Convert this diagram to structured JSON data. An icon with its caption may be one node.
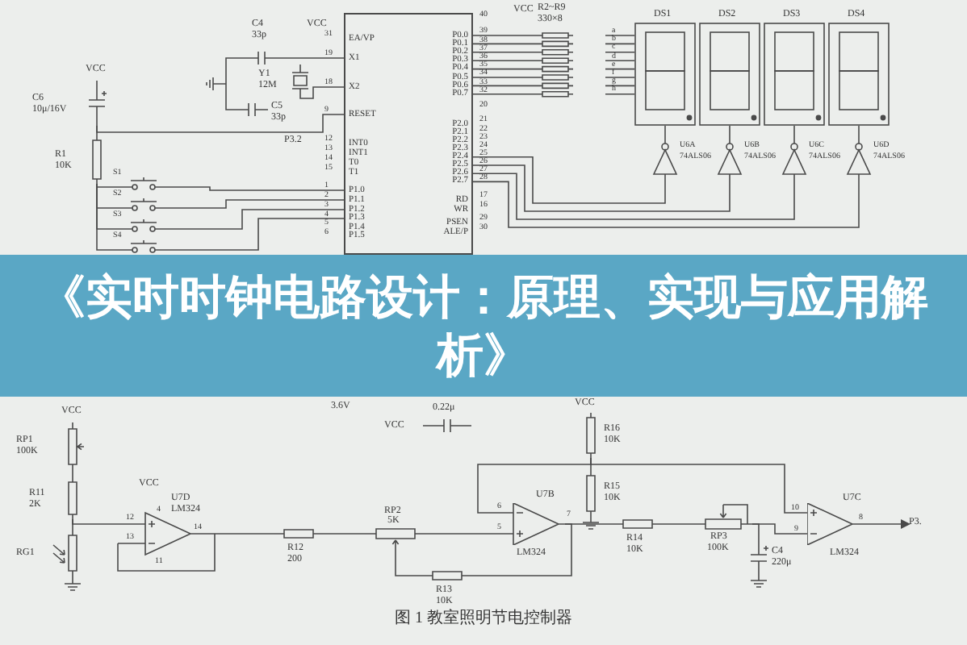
{
  "diagram": {
    "title": "《实时时钟电路设计：原理、实现与应用解析》",
    "caption": "图 1 教室照明节电控制器",
    "nodes": [
      {
        "text": [
          "EA/VP",
          "X1",
          "X2",
          "RESET",
          "INT0",
          "INT1",
          "T0",
          "T1",
          "P1.0",
          "P1.1",
          "P1.2",
          "P1.3",
          "P1.4",
          "P1.5",
          "P0.0",
          "P0.1",
          "P0.2",
          "P0.3",
          "P0.4",
          "P0.5",
          "P0.6",
          "P0.7",
          "P2.0",
          "P2.1",
          "P2.2",
          "P2.3",
          "P2.4",
          "P2.5",
          "P2.6",
          "P2.7",
          "RD",
          "WR",
          "PSEN",
          "ALE/P"
        ],
        "beside": [
          "31",
          "19",
          "18",
          "9",
          "12",
          "13",
          "14",
          "15",
          "1",
          "2",
          "3",
          "4",
          "5",
          "6",
          "39",
          "38",
          "37",
          "36",
          "35",
          "34",
          "33",
          "32",
          "21",
          "22",
          "23",
          "24",
          "25",
          "26",
          "27",
          "28",
          "17",
          "16",
          "29",
          "30",
          "40",
          "20"
        ]
      },
      {
        "text": [
          "C4",
          "33p"
        ]
      },
      {
        "text": [
          "Y1",
          "12M"
        ]
      },
      {
        "text": [
          "C5",
          "33p"
        ]
      },
      {
        "text": [
          "C6",
          "10μ/16V"
        ]
      },
      {
        "text": [
          "R1",
          "10K"
        ]
      },
      {
        "text": [
          "S1"
        ]
      },
      {
        "text": [
          "S2"
        ]
      },
      {
        "text": [
          "S3"
        ]
      },
      {
        "text": [
          "S4"
        ]
      },
      {
        "text": [
          "R2~R9",
          "330×8"
        ]
      },
      {
        "text": [
          "DS1"
        ]
      },
      {
        "text": [
          "DS2"
        ]
      },
      {
        "text": [
          "DS3"
        ]
      },
      {
        "text": [
          "DS4"
        ]
      },
      {
        "text": [
          "U6A",
          "74ALS06"
        ]
      },
      {
        "text": [
          "U6B",
          "74ALS06"
        ]
      },
      {
        "text": [
          "U6C",
          "74ALS06"
        ]
      },
      {
        "text": [
          "U6D",
          "74ALS06"
        ]
      },
      {
        "text": [
          "RP1",
          "100K"
        ]
      },
      {
        "text": [
          "R11",
          "2K"
        ]
      },
      {
        "text": [
          "RG1"
        ]
      },
      {
        "text": [
          "U7D",
          "LM324",
          "12",
          "13",
          "14",
          "4",
          "11"
        ]
      },
      {
        "text": [
          "R12",
          "200"
        ]
      },
      {
        "text": [
          "RP2",
          "5K"
        ]
      },
      {
        "text": [
          "U7B",
          "LM324"
        ],
        "beside": [
          "6",
          "5",
          "7"
        ]
      },
      {
        "text": [
          "R13",
          "10K"
        ]
      },
      {
        "text": [
          "R16",
          "10K"
        ]
      },
      {
        "text": [
          "R15",
          "10K"
        ]
      },
      {
        "text": [
          "R14",
          "10K"
        ]
      },
      {
        "text": [
          "RP3",
          "100K"
        ]
      },
      {
        "text": [
          "C4",
          "220μ"
        ]
      },
      {
        "text": [
          "U7C",
          "LM324",
          "8"
        ],
        "beside": [
          "10",
          "9"
        ]
      },
      {
        "text": [
          "P3."
        ]
      },
      {
        "text": [
          "0.22μ"
        ]
      }
    ],
    "edges": [
      {
        "from": 1,
        "to": 0,
        "arrow": "none"
      },
      {
        "from": 2,
        "to": 0,
        "arrow": "none"
      },
      {
        "from": 1,
        "to": 3,
        "arrow": "none"
      },
      {
        "from": 4,
        "to": 5,
        "arrow": "none"
      },
      {
        "from": 4,
        "to": 0,
        "arrow": "none"
      },
      {
        "from": 5,
        "to": 6,
        "arrow": "none"
      },
      {
        "from": 5,
        "to": 7,
        "arrow": "none"
      },
      {
        "from": 5,
        "to": 8,
        "arrow": "none"
      },
      {
        "from": 5,
        "to": 9,
        "arrow": "none"
      },
      {
        "from": 6,
        "to": 0,
        "arrow": "none"
      },
      {
        "from": 7,
        "to": 0,
        "arrow": "none"
      },
      {
        "from": 8,
        "to": 0,
        "arrow": "none"
      },
      {
        "from": 9,
        "to": 0,
        "arrow": "none"
      },
      {
        "from": 0,
        "to": 10,
        "arrow": "none"
      },
      {
        "from": 10,
        "to": 11,
        "arrow": "none"
      },
      {
        "from": 11,
        "to": 15,
        "arrow": "none"
      },
      {
        "from": 12,
        "to": 16,
        "arrow": "none"
      },
      {
        "from": 13,
        "to": 17,
        "arrow": "none"
      },
      {
        "from": 14,
        "to": 18,
        "arrow": "none"
      },
      {
        "from": 15,
        "to": 0,
        "arrow": "none"
      },
      {
        "from": 16,
        "to": 0,
        "arrow": "none"
      },
      {
        "from": 17,
        "to": 0,
        "arrow": "none"
      },
      {
        "from": 18,
        "to": 0,
        "arrow": "none"
      },
      {
        "from": 19,
        "to": 20,
        "arrow": "none"
      },
      {
        "from": 20,
        "to": 21,
        "arrow": "none"
      },
      {
        "from": 20,
        "to": 22,
        "arrow": "none"
      },
      {
        "from": 22,
        "to": 23,
        "arrow": "none"
      },
      {
        "from": 23,
        "to": 24,
        "arrow": "none"
      },
      {
        "from": 24,
        "to": 25,
        "arrow": "none"
      },
      {
        "from": 25,
        "to": 26,
        "arrow": "none"
      },
      {
        "from": 26,
        "to": 24,
        "arrow": "none"
      },
      {
        "from": 27,
        "to": 28,
        "arrow": "none"
      },
      {
        "from": 27,
        "to": 25,
        "arrow": "none"
      },
      {
        "from": 27,
        "to": 32,
        "arrow": "none"
      },
      {
        "from": 25,
        "to": 29,
        "arrow": "none"
      },
      {
        "from": 29,
        "to": 30,
        "arrow": "none"
      },
      {
        "from": 30,
        "to": 31,
        "arrow": "none"
      },
      {
        "from": 30,
        "to": 32,
        "arrow": "none"
      },
      {
        "from": 32,
        "to": 33,
        "arrow": "to"
      }
    ],
    "labels": [
      "VCC",
      "VCC",
      "VCC",
      "P3.2",
      "a",
      "b",
      "c",
      "d",
      "e",
      "f",
      "g",
      "h",
      "3.6V",
      "VCC",
      "VCC",
      "VCC",
      "VCC"
    ]
  }
}
